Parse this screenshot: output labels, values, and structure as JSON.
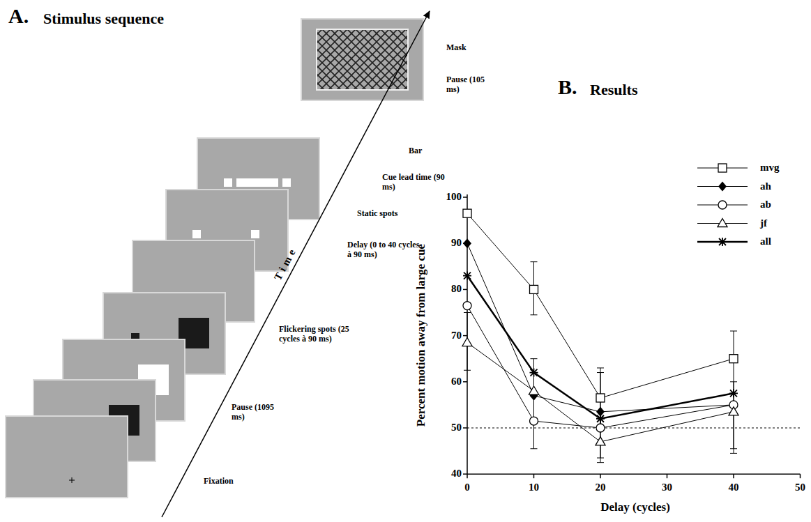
{
  "diagram": {
    "labels": [
      "A.",
      "Stimulus sequence",
      "Mask",
      "Pause (105 ms)",
      "Bar",
      "Cue lead time (90 ms)",
      "Static spots",
      "Delay (0 to 40 cycles à 90 ms)",
      "Flickering spots (25 cycles à 90 ms)",
      "Pause (1095 ms)",
      "Fixation",
      "Time",
      "B.",
      "Results",
      "100",
      "90",
      "80",
      "70",
      "60",
      "50",
      "40",
      "0",
      "10",
      "20",
      "30",
      "40",
      "50",
      "Percent motion away from large cue",
      "Delay (cycles)"
    ],
    "legend": [
      {
        "text": "mvg"
      },
      {
        "text": "ah"
      },
      {
        "text": "ab"
      },
      {
        "text": "jf"
      },
      {
        "text": "all"
      }
    ]
  }
}
